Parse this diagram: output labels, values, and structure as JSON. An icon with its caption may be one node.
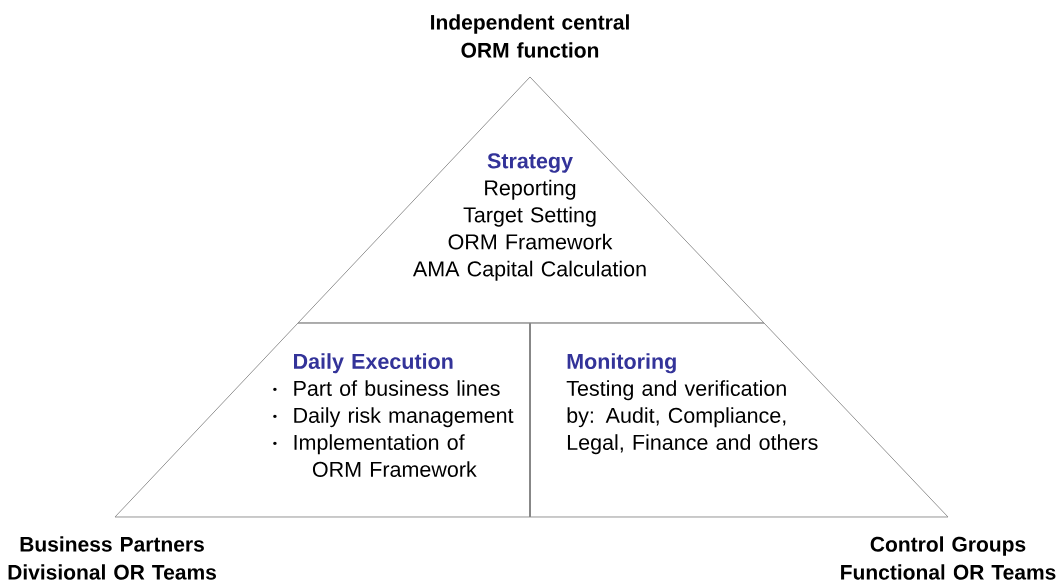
{
  "diagram": {
    "nodes": [
      {
        "text": [
          "Strategy",
          "Reporting",
          "Target Setting",
          "ORM Framework",
          "AMA Capital Calculation"
        ]
      },
      {
        "text": [
          "Daily Execution",
          "Part of business lines",
          "Daily risk management",
          "Implementation of ORM Framework"
        ]
      },
      {
        "text": [
          "Monitoring",
          "Testing and verification by: Audit, Compliance, Legal, Finance and others"
        ]
      }
    ],
    "labels": [
      "Independent central ORM function",
      "Business Partners Divisional OR Teams",
      "Control Groups Functional OR Teams"
    ]
  }
}
